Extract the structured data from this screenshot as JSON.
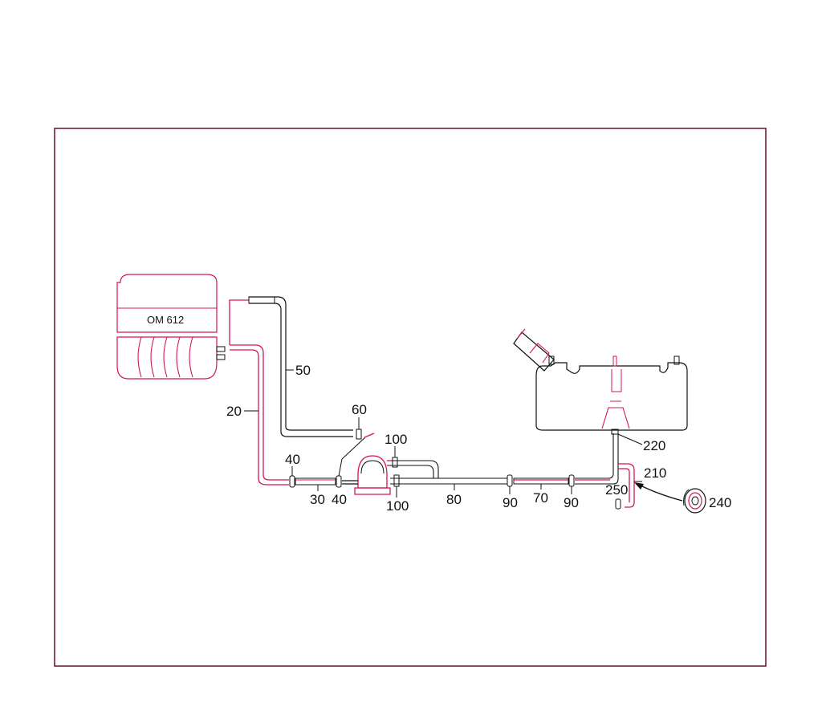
{
  "engine": {
    "label": "OM 612"
  },
  "part_numbers": {
    "p20": "20",
    "p30": "30",
    "p40a": "40",
    "p40b": "40",
    "p50": "50",
    "p60": "60",
    "p70": "70",
    "p80": "80",
    "p90a": "90",
    "p90b": "90",
    "p100a": "100",
    "p100b": "100",
    "p210": "210",
    "p220": "220",
    "p240": "240",
    "p250": "250"
  },
  "colors": {
    "accent": "#d4145a",
    "line": "#111111",
    "frame": "#6b0f2a"
  }
}
